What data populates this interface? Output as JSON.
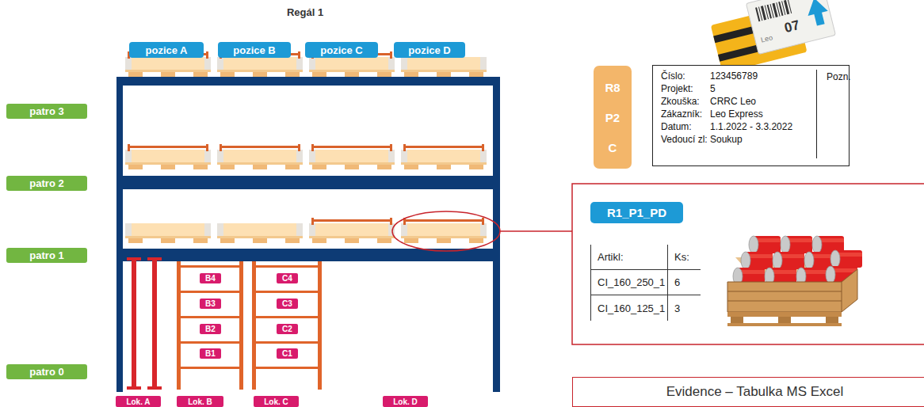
{
  "diagram": {
    "title": "Regál 1",
    "nodes": [
      {
        "text": [
          "pozice A"
        ]
      },
      {
        "text": [
          "pozice B"
        ]
      },
      {
        "text": [
          "pozice C"
        ]
      },
      {
        "text": [
          "pozice D"
        ]
      },
      {
        "text": [
          "patro 3"
        ]
      },
      {
        "text": [
          "patro 2"
        ]
      },
      {
        "text": [
          "patro 1"
        ]
      },
      {
        "text": [
          "patro 0"
        ]
      },
      {
        "text": [
          "B4"
        ]
      },
      {
        "text": [
          "C4"
        ]
      },
      {
        "text": [
          "B3"
        ]
      },
      {
        "text": [
          "C3"
        ]
      },
      {
        "text": [
          "B2"
        ]
      },
      {
        "text": [
          "C2"
        ]
      },
      {
        "text": [
          "B1"
        ]
      },
      {
        "text": [
          "C1"
        ]
      },
      {
        "text": [
          "Lok. A"
        ]
      },
      {
        "text": [
          "Lok. B"
        ]
      },
      {
        "text": [
          "Lok. C"
        ]
      },
      {
        "text": [
          "Lok. D"
        ]
      },
      {
        "text": [
          "R8",
          "P2",
          "C"
        ]
      },
      {
        "text": [
          "Číslo:",
          "123456789",
          "Projekt:",
          "5",
          "Zkouška:",
          "CRRC Leo",
          "Zákazník:",
          "Leo Express",
          "Datum:",
          "1.1.2022 - 3.3.2022",
          "Vedoucí zl:",
          "Soukup",
          "Pozn."
        ]
      },
      {
        "text": [
          "R1_P1_PD"
        ]
      },
      {
        "text": [
          "Artikl:",
          "Ks:",
          "CI_160_250_1",
          "6",
          "CI_160_125_1",
          "3"
        ]
      },
      {
        "text": [
          "Evidence – Tabulka MS Excel"
        ]
      }
    ],
    "labels": [
      "Leo",
      "07"
    ]
  }
}
